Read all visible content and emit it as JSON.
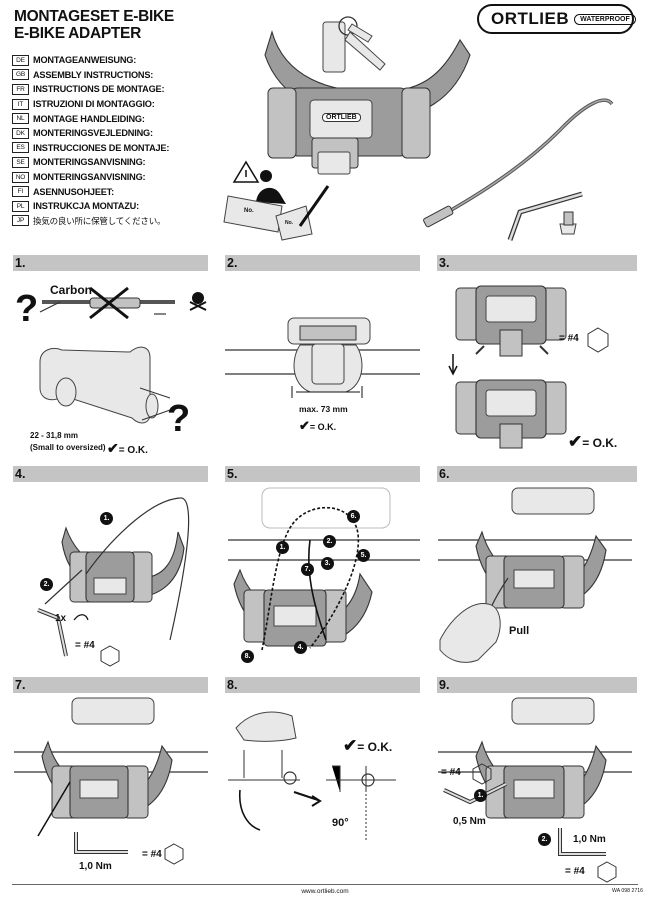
{
  "header": {
    "title_line1": "MONTAGESET E-BIKE",
    "title_line2": "E-BIKE ADAPTER"
  },
  "languages": [
    {
      "code": "DE",
      "text": "MONTAGEANWEISUNG:"
    },
    {
      "code": "GB",
      "text": "ASSEMBLY INSTRUCTIONS:"
    },
    {
      "code": "FR",
      "text": "INSTRUCTIONS DE MONTAGE:"
    },
    {
      "code": "IT",
      "text": "ISTRUZIONI DI MONTAGGIO:"
    },
    {
      "code": "NL",
      "text": "MONTAGE HANDLEIDING:"
    },
    {
      "code": "DK",
      "text": "MONTERINGSVEJLEDNING:"
    },
    {
      "code": "ES",
      "text": "INSTRUCCIONES DE MONTAJE:"
    },
    {
      "code": "SE",
      "text": "MONTERINGSANVISNING:"
    },
    {
      "code": "NO",
      "text": "MONTERINGSANVISNING:"
    },
    {
      "code": "FI",
      "text": "ASENNUSOHJEET:"
    },
    {
      "code": "PL",
      "text": "INSTRUKCJA MONTAZU:"
    },
    {
      "code": "JP",
      "text": "換気の良い所に保管してください。"
    }
  ],
  "logo": {
    "brand": "ORTLIEB",
    "tag": "WATERPROOF"
  },
  "key_tag": "No.",
  "card_tag": "No.",
  "steps": [
    {
      "num": "1."
    },
    {
      "num": "2."
    },
    {
      "num": "3."
    },
    {
      "num": "4."
    },
    {
      "num": "5."
    },
    {
      "num": "6."
    },
    {
      "num": "7."
    },
    {
      "num": "8."
    },
    {
      "num": "9."
    }
  ],
  "step1": {
    "carbon": "Carbon",
    "range": "22 - 31,8 mm",
    "oversize": "(Small to oversized)",
    "ok": "= O.K.",
    "q": "?"
  },
  "step2": {
    "max": "max. 73 mm",
    "ok": "= O.K."
  },
  "step3": {
    "hex": "= #4",
    "ok": "= O.K."
  },
  "step4": {
    "turn": "1x",
    "hex": "= #4",
    "n1": "1.",
    "n2": "2."
  },
  "step5": {
    "n1": "1.",
    "n2": "2.",
    "n3": "3.",
    "n4": "4.",
    "n5": "5.",
    "n6": "6.",
    "n7": "7.",
    "n8": "8."
  },
  "step6": {
    "pull": "Pull"
  },
  "step7": {
    "torque": "1,0 Nm",
    "hex": "= #4"
  },
  "step8": {
    "ok": "= O.K.",
    "angle": "90°"
  },
  "step9": {
    "hex_top": "= #4",
    "torque1": "0,5 Nm",
    "torque2": "1,0 Nm",
    "hex_bottom": "= #4",
    "n1": "1.",
    "n2": "2."
  },
  "mount_logo": "ORTLIEB",
  "footer": {
    "url": "www.ortlieb.com",
    "code": "WA 098 2716"
  }
}
